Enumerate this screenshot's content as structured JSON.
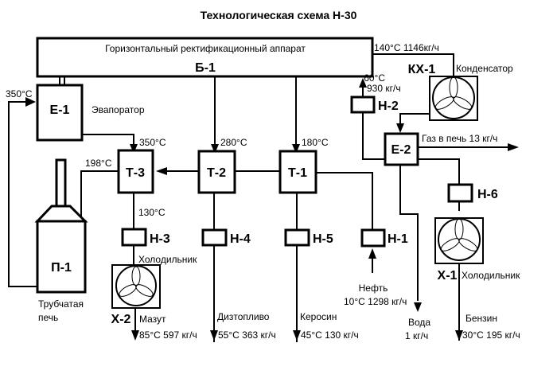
{
  "title": "Технологическая схема Н-30",
  "units": {
    "B1": {
      "label": "Б-1",
      "desc": "Горизонтальный ректификационный аппарат"
    },
    "E1": {
      "label": "Е-1",
      "desc": "Эвапоратор"
    },
    "E2": {
      "label": "Е-2"
    },
    "T1": {
      "label": "Т-1"
    },
    "T2": {
      "label": "Т-2"
    },
    "T3": {
      "label": "Т-3"
    },
    "H1": {
      "label": "Н-1"
    },
    "H2": {
      "label": "Н-2"
    },
    "H3": {
      "label": "Н-3"
    },
    "H4": {
      "label": "Н-4"
    },
    "H5": {
      "label": "Н-5"
    },
    "H6": {
      "label": "Н-6"
    },
    "KX1": {
      "label": "КХ-1",
      "desc": "Конденсатор"
    },
    "X1": {
      "label": "Х-1",
      "desc": "Холодильник"
    },
    "X2": {
      "label": "Х-2",
      "desc": "Холодильник"
    },
    "P1": {
      "label": "П-1",
      "desc_line1": "Трубчатая",
      "desc_line2": "печь"
    }
  },
  "streams": {
    "top_vapor": "140°С 1146кг/ч",
    "reflux_temp": "60°С",
    "reflux_flow": "930 кг/ч",
    "gas": "Газ в печь 13 кг/ч",
    "furnace_to_e1": "350°С",
    "e1_to_t3": "350°С",
    "b1_to_t2": "280°С",
    "b1_to_t1": "180°С",
    "t3_to_furnace": "198°С",
    "t3_bottom": "130°С",
    "feed_name": "Нефть",
    "feed_params": "10°С 1298 кг/ч",
    "water_name": "Вода",
    "water_params": "1   кг/ч",
    "products": [
      {
        "name": "Мазут",
        "params": "85°С 597 кг/ч"
      },
      {
        "name": "Дизтопливо",
        "params": "55°С 363 кг/ч"
      },
      {
        "name": "Керосин",
        "params": "45°С 130 кг/ч"
      },
      {
        "name": "Бензин",
        "params": "30°С 195 кг/ч"
      }
    ]
  }
}
